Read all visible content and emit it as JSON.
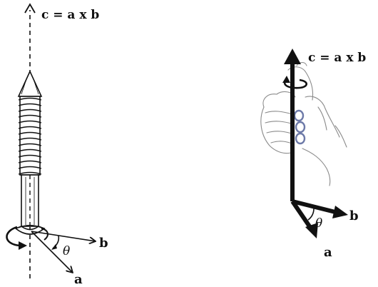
{
  "left_figure": {
    "c_label": "c = a x b",
    "b_label": "b",
    "a_label": "a",
    "theta_label": "θ"
  },
  "right_figure": {
    "c_label": "c = a x b",
    "b_label": "b",
    "a_label": "a",
    "theta_label": "θ"
  },
  "colors": {
    "ink": "#111111",
    "hand_outline": "#8a8a8a"
  }
}
